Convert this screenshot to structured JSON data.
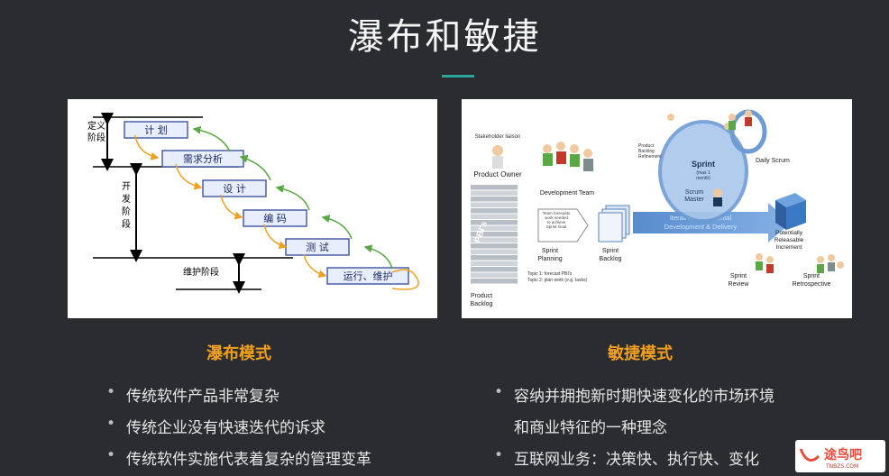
{
  "title": "瀑布和敏捷",
  "colors": {
    "background": "#2b2c2f",
    "accent": "#2aa59a",
    "subtitle": "#f0a020"
  },
  "waterfall": {
    "subtitle": "瀑布模式",
    "stages": [
      "计 划",
      "需求分析",
      "设 计",
      "编 码",
      "测 试",
      "运行、维护"
    ],
    "phases": {
      "define": "定义\n阶段",
      "develop": "开\n发\n阶\n段",
      "maintain": "维护阶段"
    },
    "bullets": [
      "传统软件产品非常复杂",
      "传统企业没有快速迭代的诉求",
      "传统软件实施代表着复杂的管理变革"
    ]
  },
  "agile": {
    "subtitle": "敏捷模式",
    "labels": {
      "stakeholder": "Stakeholder liaison",
      "product_owner": "Product Owner",
      "dev_team": "Development Team",
      "pbr": "Product\nBacklog\nRefinement",
      "sprint": "Sprint",
      "sprint_len": "(max 1\nmonth)",
      "scrum_master": "Scrum\nMaster",
      "daily_scrum": "Daily Scrum",
      "pbis": "PBI's",
      "forecast": "Team forecasts\nwork needed\nto achieve\nSprint Goal",
      "sprint_planning": "Sprint\nPlanning",
      "sprint_backlog": "Sprint\nBacklog",
      "topic1": "Topic 1: forecast PBI's",
      "topic2": "Topic 2: plan work (e.g. tasks)",
      "product_backlog": "Product\nBacklog",
      "iterative": "Iterative-Incremental\nDevelopment & Delivery",
      "increment": "Potentially\nReleasable\nIncrement",
      "review": "Sprint\nReview",
      "retro": "Sprint\nRetrospective"
    },
    "bullets": [
      "容纳并拥抱新时期快速变化的市场环境",
      "和商业特征的一种理念",
      "互联网业务：决策快、执行快、变化"
    ]
  },
  "watermark": {
    "text": "途鸟吧",
    "sub": "TNBZS.COM"
  }
}
